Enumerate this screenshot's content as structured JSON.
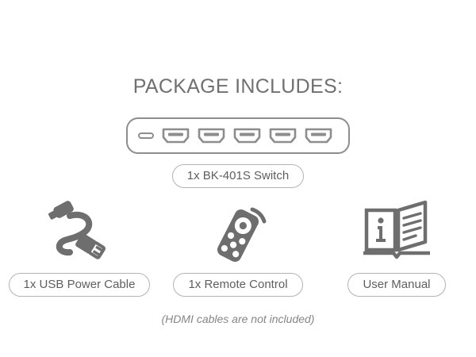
{
  "header": {
    "title": "PACKAGE INCLUDES:"
  },
  "device": {
    "icon_name": "hdmi-switch-icon",
    "ports": [
      {
        "type": "micro-usb",
        "label": "micro-usb-port"
      },
      {
        "type": "hdmi",
        "label": "hdmi-port-1"
      },
      {
        "type": "hdmi",
        "label": "hdmi-port-2"
      },
      {
        "type": "hdmi",
        "label": "hdmi-port-3"
      },
      {
        "type": "hdmi",
        "label": "hdmi-port-4"
      },
      {
        "type": "hdmi",
        "label": "hdmi-port-5"
      }
    ],
    "label": "1x BK-401S Switch"
  },
  "items": [
    {
      "icon_name": "usb-cable-icon",
      "label": "1x USB Power Cable"
    },
    {
      "icon_name": "remote-control-icon",
      "label": "1x Remote Control"
    },
    {
      "icon_name": "user-manual-book-icon",
      "label": "User Manual"
    }
  ],
  "footnote": "(HDMI cables are not included)",
  "colors": {
    "background": "#ffffff",
    "icon": "#6e6e6e",
    "title_text": "#70706f",
    "label_text": "#5e5e5e",
    "pill_border": "#b3b3b3",
    "device_outline": "#8d8d8d",
    "footnote_text": "#868686"
  }
}
